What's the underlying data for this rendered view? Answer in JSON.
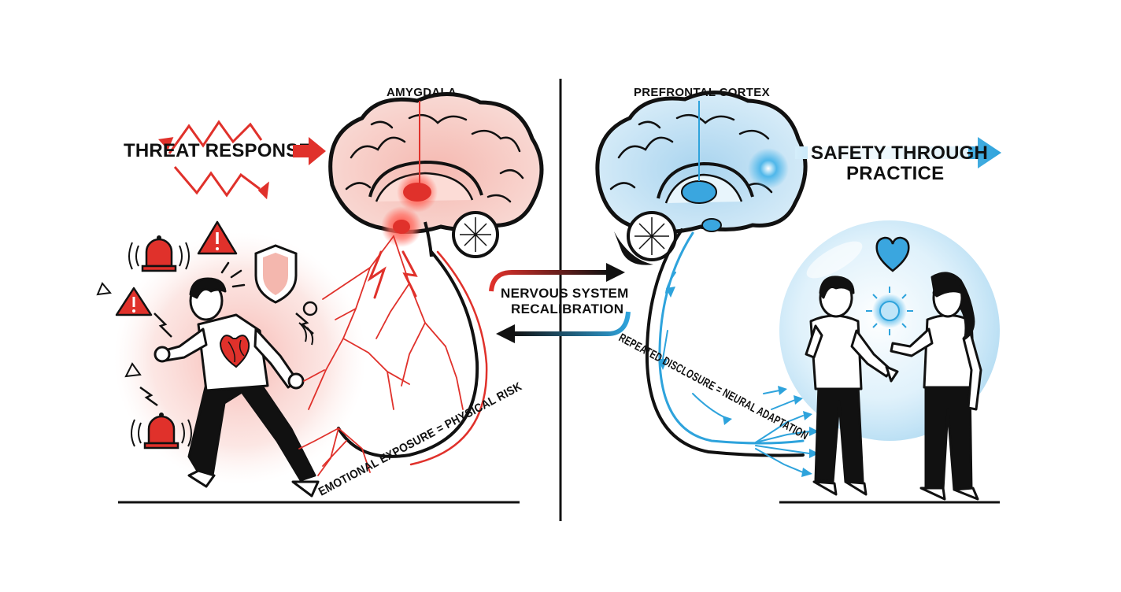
{
  "labels": {
    "amygdala": "AMYGDALA",
    "prefrontal": "PREFRONTAL CORTEX",
    "threat": "THREAT RESPONSE",
    "safety_line1": "SAFETY THROUGH",
    "safety_line2": "PRACTICE",
    "center_line1": "NERVOUS SYSTEM",
    "center_line2": "RECALIBRATION",
    "left_caption": "EMOTIONAL EXPOSURE = PHYSICAL RISK",
    "right_caption": "REPEATED DISCLOSURE = NEURAL ADAPTATION"
  },
  "colors": {
    "threat_red": "#e0312b",
    "threat_soft": "#f4b7ae",
    "safety_blue": "#2ea3dc",
    "safety_soft": "#cde8f6",
    "ink": "#111111"
  },
  "icons": [
    "alarm-bell-icon",
    "warning-triangle-icon",
    "shield-icon",
    "heart-icon",
    "glow-orb-icon"
  ]
}
